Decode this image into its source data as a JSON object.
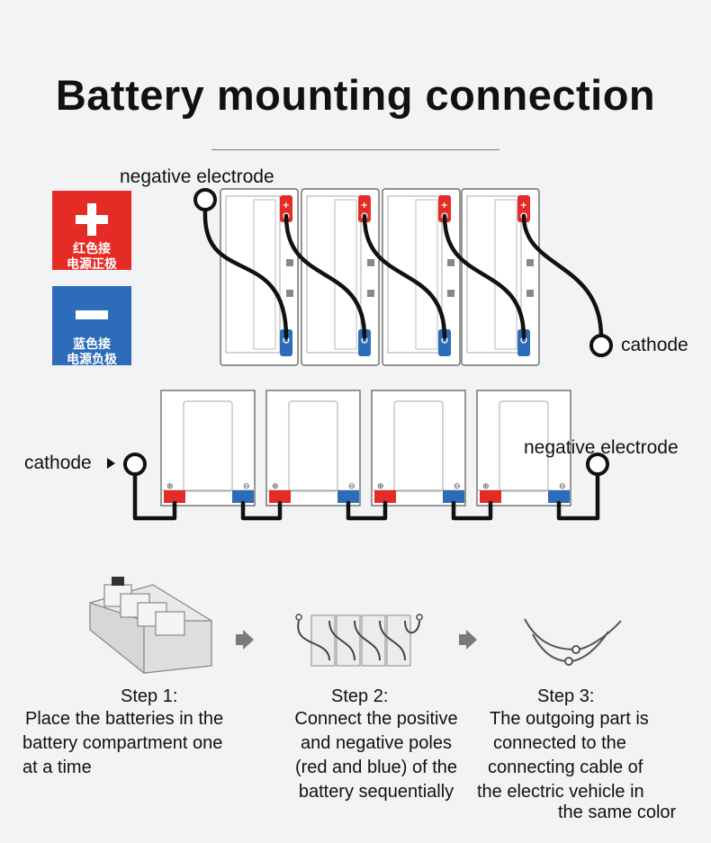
{
  "title": "Battery mounting connection",
  "labels": {
    "top_negative": "negative electrode",
    "top_cathode": "cathode",
    "bottom_cathode": "cathode",
    "bottom_negative": "negative electrode"
  },
  "legend": {
    "positive_line1": "红色接",
    "positive_line2": "电源正极",
    "negative_line1": "蓝色接",
    "negative_line2": "电源负极"
  },
  "steps": [
    {
      "heading": "Step 1:",
      "lines": [
        "Place the batteries in the",
        "battery compartment one",
        "at a time"
      ]
    },
    {
      "heading": "Step 2:",
      "lines": [
        "Connect the positive",
        "and negative poles",
        "(red and blue) of the",
        "battery sequentially"
      ]
    },
    {
      "heading": "Step 3:",
      "lines": [
        "The outgoing part is",
        "connected to the",
        "connecting cable of",
        "the electric vehicle in",
        "the same color"
      ]
    }
  ],
  "colors": {
    "positive": "#e52b25",
    "negative": "#2c6cb8",
    "cable": "#111111"
  }
}
